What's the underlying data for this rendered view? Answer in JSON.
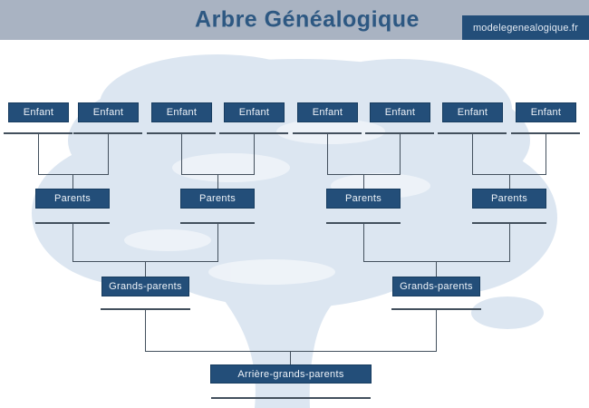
{
  "header": {
    "title": "Arbre Généalogique",
    "badge": "modelegenealogique.fr"
  },
  "nodes": {
    "children": [
      {
        "label": "Enfant"
      },
      {
        "label": "Enfant"
      },
      {
        "label": "Enfant"
      },
      {
        "label": "Enfant"
      },
      {
        "label": "Enfant"
      },
      {
        "label": "Enfant"
      },
      {
        "label": "Enfant"
      },
      {
        "label": "Enfant"
      }
    ],
    "parents": [
      {
        "label": "Parents"
      },
      {
        "label": "Parents"
      },
      {
        "label": "Parents"
      },
      {
        "label": "Parents"
      }
    ],
    "grandparents": [
      {
        "label": "Grands-parents"
      },
      {
        "label": "Grands-parents"
      }
    ],
    "great_grandparents": [
      {
        "label": "Arrière-grands-parents"
      }
    ]
  },
  "background": {
    "illustration": "tree-silhouette"
  },
  "colors": {
    "band": "#a9b3c2",
    "title": "#2d5882",
    "node_fill": "#234e79",
    "node_border": "#173c5f",
    "connector": "#43505d",
    "canopy": "#dce6f1"
  }
}
